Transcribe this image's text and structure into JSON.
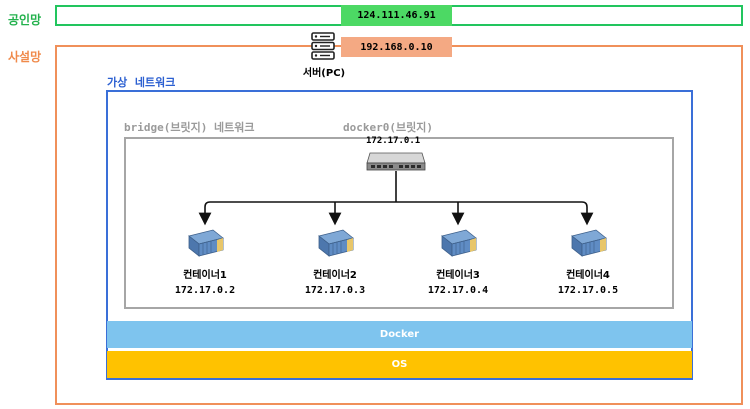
{
  "public_network": {
    "label": "공인망",
    "ip": "124.111.46.91"
  },
  "private_network": {
    "label": "사설망",
    "ip": "192.168.0.10"
  },
  "server": {
    "label": "서버(PC)",
    "icon": "server-icon"
  },
  "virtual_network": {
    "label": "가상  네트워크"
  },
  "bridge": {
    "label": "bridge(브릿지) 네트워크",
    "docker0_label": "docker0(브릿지)",
    "docker0_ip": "172.17.0.1",
    "icon": "network-switch-icon"
  },
  "containers": [
    {
      "name": "컨테이너1",
      "ip": "172.17.0.2",
      "icon": "container-icon"
    },
    {
      "name": "컨테이너2",
      "ip": "172.17.0.3",
      "icon": "container-icon"
    },
    {
      "name": "컨테이너3",
      "ip": "172.17.0.4",
      "icon": "container-icon"
    },
    {
      "name": "컨테이너4",
      "ip": "172.17.0.5",
      "icon": "container-icon"
    }
  ],
  "layers": {
    "docker": "Docker",
    "os": "OS"
  },
  "colors": {
    "public": "#22c55e",
    "private": "#f0905a",
    "virtual": "#3a6fd8",
    "bridge": "#a6a6a6",
    "docker_bar": "#7ec4ee",
    "os_bar": "#ffc200"
  }
}
